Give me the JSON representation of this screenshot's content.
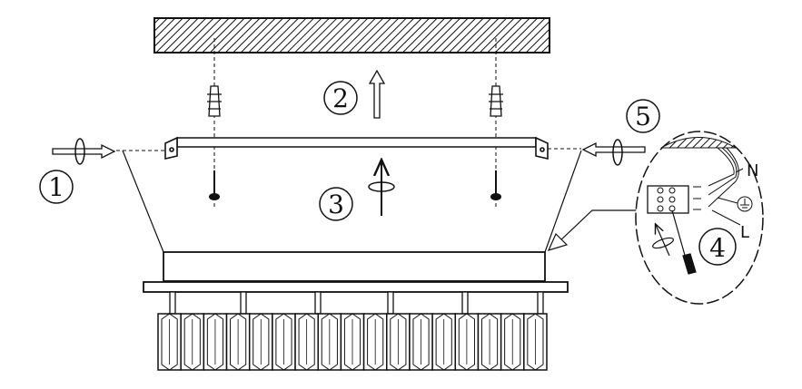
{
  "diagram": {
    "steps": [
      "1",
      "2",
      "3",
      "4",
      "5"
    ],
    "wiring_labels": {
      "neutral": "N",
      "live": "L"
    },
    "colors": {
      "ink": "#111111",
      "background": "#ffffff"
    }
  }
}
